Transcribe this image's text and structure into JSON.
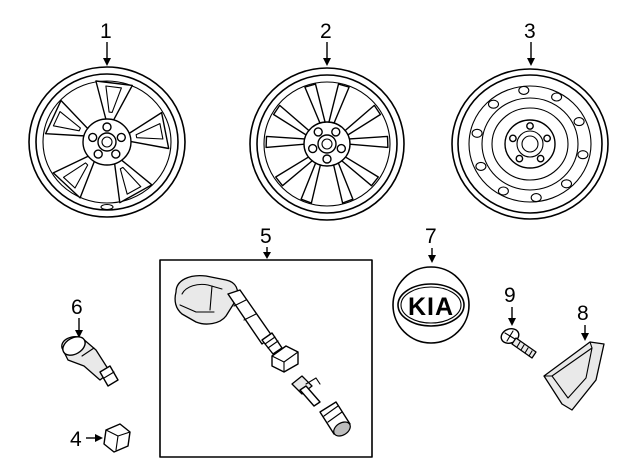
{
  "callouts": {
    "wheel_alloy_a": "1",
    "wheel_alloy_b": "2",
    "wheel_steel": "3",
    "valve_nut": "4",
    "tpms_sensor_kit": "5",
    "valve_stem": "6",
    "center_cap": "7",
    "trim_piece": "8",
    "screw": "9"
  },
  "center_cap_logo": "KIA"
}
